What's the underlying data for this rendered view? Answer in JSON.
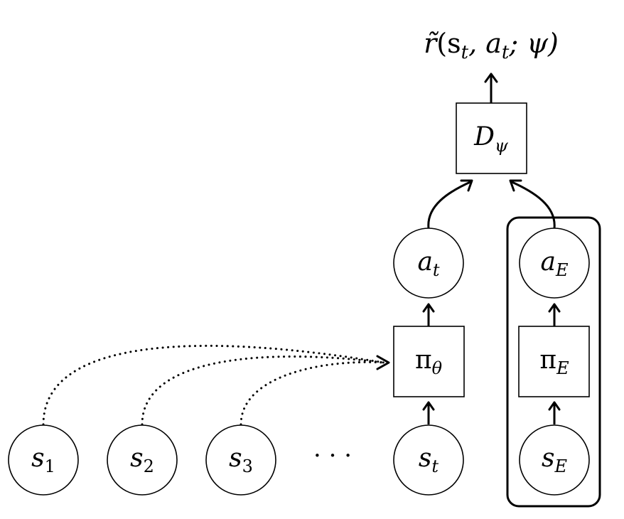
{
  "output": {
    "r_symbol": "r̃",
    "r_args_open": "(s",
    "r_sub_t1": "t",
    "r_comma_a": ", a",
    "r_sub_t2": "t",
    "r_close": "; ψ)"
  },
  "nodes": {
    "discriminator": {
      "main": "D",
      "sub": "ψ"
    },
    "policy": {
      "main": "π",
      "sub": "θ"
    },
    "expert_policy": {
      "main": "π",
      "sub": "E"
    },
    "action": {
      "main": "a",
      "sub": "t"
    },
    "expert_action": {
      "main": "a",
      "sub": "E"
    },
    "state_current": {
      "main": "s",
      "sub": "t"
    },
    "expert_state": {
      "main": "s",
      "sub": "E"
    },
    "state_1": {
      "main": "s",
      "sub": "1"
    },
    "state_2": {
      "main": "s",
      "sub": "2"
    },
    "state_3": {
      "main": "s",
      "sub": "3"
    },
    "ellipsis": "· · ·"
  }
}
